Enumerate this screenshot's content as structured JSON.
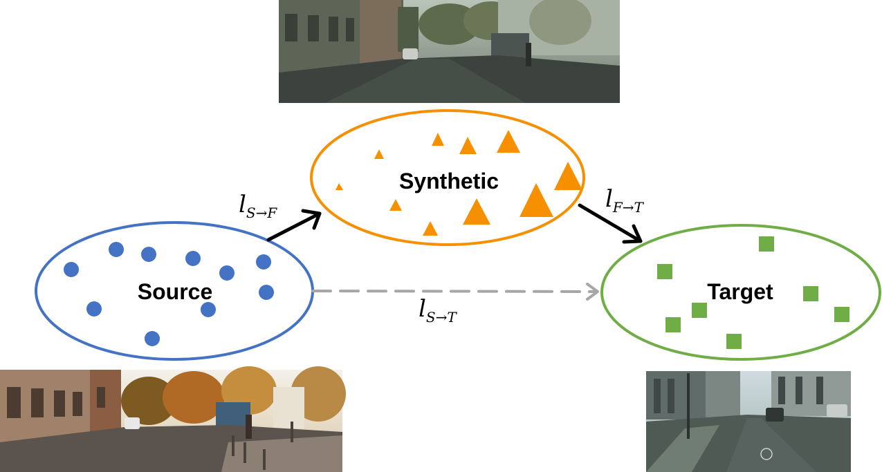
{
  "domains": {
    "source": {
      "label": "Source",
      "color": "#4472c4",
      "marker": "circle"
    },
    "synthetic": {
      "label": "Synthetic",
      "color": "#f79000",
      "marker": "triangle"
    },
    "target": {
      "label": "Target",
      "color": "#70ad47",
      "marker": "square"
    }
  },
  "losses": {
    "source_to_synthetic": {
      "symbol": "l",
      "subscript": "S→F"
    },
    "synthetic_to_target": {
      "symbol": "l",
      "subscript": "F→T"
    },
    "source_to_target": {
      "symbol": "l",
      "subscript": "S→T"
    }
  },
  "images": {
    "synthetic": {
      "desc": "street-scene-photo-synthetic",
      "tones": [
        "#3f4a3e",
        "#6c7a6a",
        "#8f9a88"
      ]
    },
    "source": {
      "desc": "street-scene-photo-source",
      "tones": [
        "#6d5a48",
        "#c9a56b",
        "#5e5a56"
      ]
    },
    "target": {
      "desc": "street-scene-photo-target",
      "tones": [
        "#4d5a52",
        "#8fa4a0",
        "#5a5f5a"
      ]
    }
  },
  "colors": {
    "arrow_solid": "#000000",
    "arrow_dashed": "#a6a6a6"
  }
}
